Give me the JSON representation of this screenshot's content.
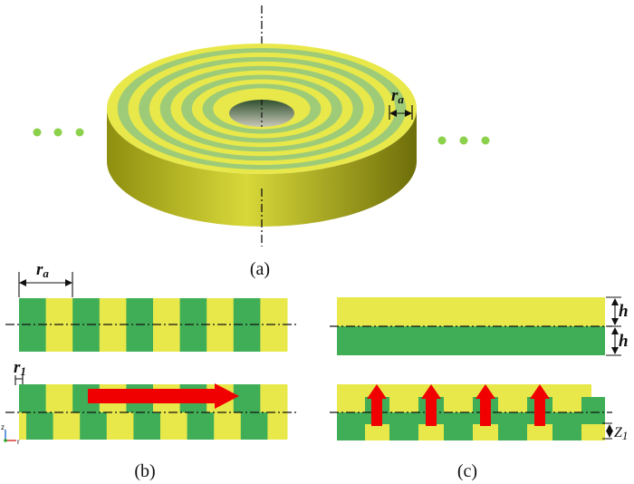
{
  "colors": {
    "yellow": "#E8E84A",
    "green": "#3FAE57",
    "green_light": "#9DCB77",
    "arrow_red": "#F00000",
    "dots": "#8CD14B",
    "line": "#111111"
  },
  "panel_a": {
    "caption": "(a)",
    "ring_label": {
      "main": "r",
      "sub": "a"
    },
    "ellipsis": "..."
  },
  "panel_b": {
    "caption": "(b)",
    "ra_label": {
      "main": "r",
      "sub": "a"
    },
    "r1_label": {
      "main": "r",
      "sub": "1"
    }
  },
  "panel_c": {
    "caption": "(c)",
    "h_label": "h",
    "z1_label": {
      "main": "Z",
      "sub": "1"
    }
  },
  "axes_icon": {
    "z": "z",
    "r": "r"
  }
}
